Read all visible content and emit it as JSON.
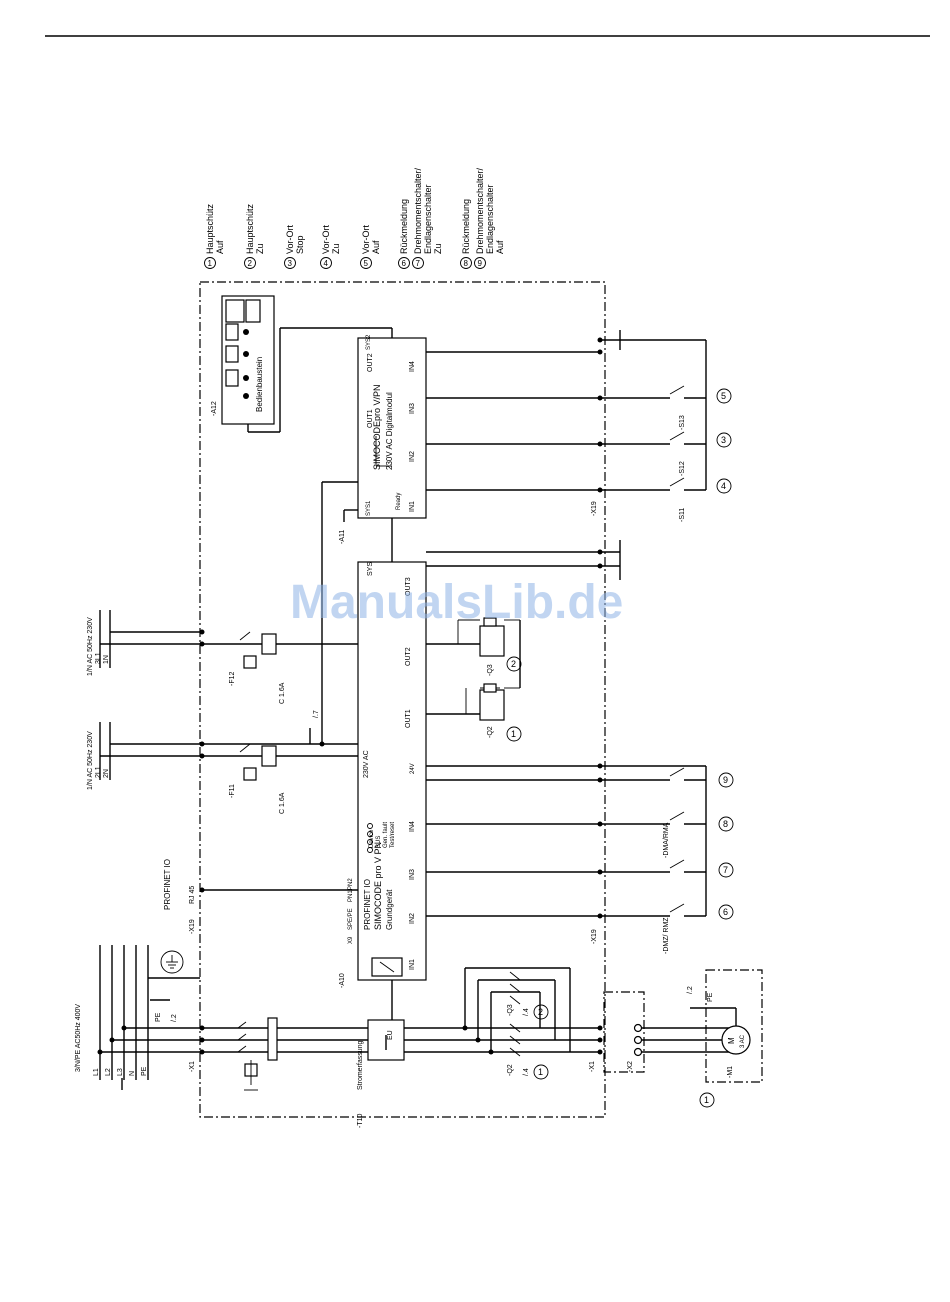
{
  "legend": [
    {
      "num": "1",
      "lines": [
        "Hauptschütz",
        "Auf"
      ]
    },
    {
      "num": "2",
      "lines": [
        "Hauptschütz",
        "Zu"
      ]
    },
    {
      "num": "3",
      "lines": [
        "Vor-Ort",
        "Stop"
      ]
    },
    {
      "num": "4",
      "lines": [
        "Vor-Ort",
        "Zu"
      ]
    },
    {
      "num": "5",
      "lines": [
        "Vor-Ort",
        "Auf"
      ]
    },
    {
      "num": "6",
      "lines": [
        "Rückmeldung"
      ]
    },
    {
      "num": "7",
      "lines": [
        "Drehmomentschalter/",
        "Endlagenschalter",
        "Zu"
      ]
    },
    {
      "num": "8",
      "lines": [
        "Rückmeldung"
      ]
    },
    {
      "num": "9",
      "lines": [
        "Drehmomentschalter/",
        "Endlagenschalter",
        "Auf"
      ]
    }
  ],
  "supplies": {
    "main": "3/N/PE AC50Hz 400V",
    "main_lines": [
      "L1",
      "L2",
      "L3",
      "N",
      "PE"
    ],
    "aux1": "1/N AC 50Hz 230V",
    "aux1_lines": [
      "2L1",
      "2N"
    ],
    "aux2": "1/N AC 50Hz 230V",
    "aux2_lines": [
      "3L1",
      "1N"
    ],
    "profinet": "PROFINET IO",
    "rj45": "RJ 45"
  },
  "components": {
    "basic_unit": {
      "tag": "-A10",
      "lines": [
        "PROFINET IO",
        "SIMOCODE pro V PN",
        "Grundgerät"
      ],
      "supply": "230V AC",
      "leds": [
        "Device",
        "BUS",
        "Gen. fault",
        "Test/reset"
      ],
      "label_24v": "24V"
    },
    "digital_module": {
      "tag": "-A11",
      "lines": [
        "SIMOCODEpro V/PN",
        "230V AC Digitalmodul"
      ],
      "ready": "Ready"
    },
    "operator_panel": {
      "tag": "-A12",
      "label": "Bedienbaustein"
    },
    "current_measuring": {
      "tag": "-T10",
      "label": "Stromerfassung"
    },
    "motor": {
      "tag": "-M1",
      "line1": "M",
      "line2": "3 AC"
    },
    "fuse_f11": {
      "tag": "-F11",
      "rating": "C 1.6A"
    },
    "fuse_f12": {
      "tag": "-F12",
      "rating": "C 1.6A"
    },
    "q2": "-Q2",
    "q3": "-Q3",
    "s11": "-S11",
    "s12": "-S12",
    "s13": "-S13",
    "dmz": "-DMZ/ RMZ",
    "dma": "-DMA/RMA",
    "x1": "-X1",
    "x2": "-X2",
    "x19": "-X19",
    "pe_label": "PE",
    "ref_i2": "/.2",
    "ref_i4": "/.4",
    "ref_i7": "/.7"
  },
  "ports": {
    "sys": "SYS",
    "sys1": "SYS1",
    "sys2": "SYS2",
    "out1": "OUT1",
    "out2": "OUT2",
    "out3": "OUT3",
    "in1": "IN1",
    "in2": "IN2",
    "in3": "IN3",
    "in4": "IN4",
    "pn1": "PN1",
    "pn2": "PN2",
    "spe_pe": "SPE/PE",
    "x9": "X9"
  },
  "watermark": "ManualsLib.de"
}
